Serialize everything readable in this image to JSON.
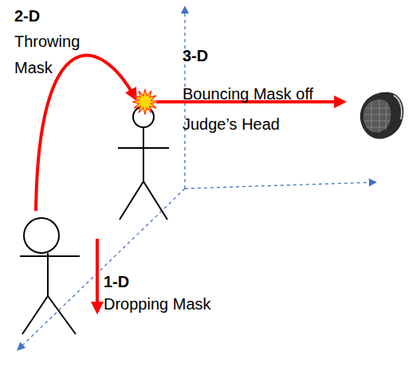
{
  "diagram": {
    "labels": [
      "2-D",
      "Throwing Mask",
      "3-D",
      "Bouncing Mask off Judge’s Head",
      "1-D",
      "Dropping Mask"
    ]
  }
}
